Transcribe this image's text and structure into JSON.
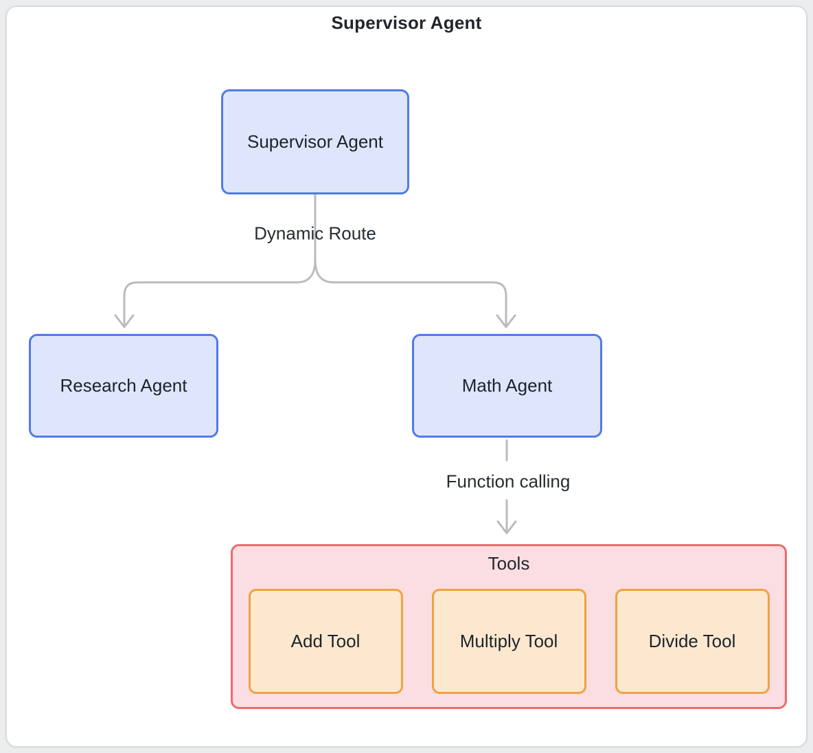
{
  "diagram": {
    "title": "Supervisor Agent",
    "nodes": {
      "supervisor": {
        "label": "Supervisor Agent"
      },
      "research": {
        "label": "Research Agent"
      },
      "math": {
        "label": "Math Agent"
      }
    },
    "edges": {
      "dynamic_route": {
        "label": "Dynamic Route",
        "from": "Supervisor Agent",
        "to": [
          "Research Agent",
          "Math Agent"
        ]
      },
      "function_calling": {
        "label": "Function calling",
        "from": "Math Agent",
        "to": "Tools"
      }
    },
    "tools_group": {
      "label": "Tools",
      "tools": [
        {
          "label": "Add Tool"
        },
        {
          "label": "Multiply Tool"
        },
        {
          "label": "Divide Tool"
        }
      ]
    },
    "colors": {
      "agent_fill": "#dfe6fb",
      "agent_border": "#4f7ae8",
      "tools_group_fill": "#fbdee2",
      "tools_group_border": "#f0696e",
      "tool_fill": "#fce8ce",
      "tool_border": "#f0a143",
      "edge_line": "#b9bbbe",
      "text": "#1d232b",
      "card_background": "#ffffff",
      "card_border": "#d8dade",
      "page_background": "#ecedef"
    }
  }
}
